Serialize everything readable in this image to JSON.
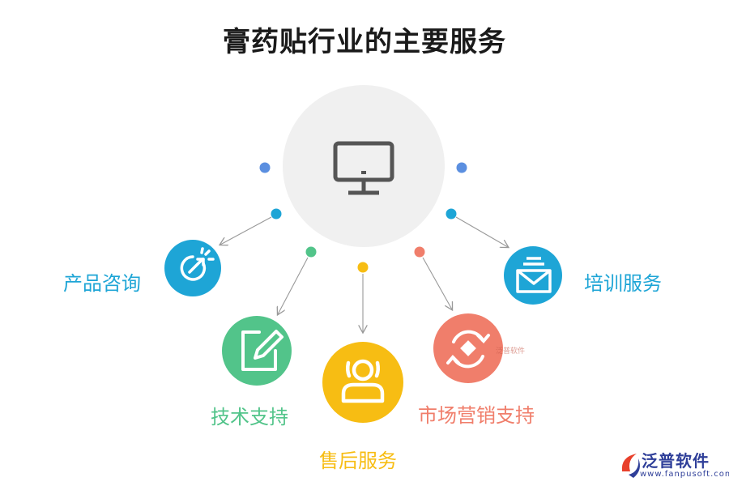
{
  "title": "膏药贴行业的主要服务",
  "center": {
    "icon": "monitor-icon",
    "color": "#f0f0f0"
  },
  "services": [
    {
      "id": "product-consulting",
      "label": "产品咨询",
      "icon": "refresh-arrow-icon",
      "color": "#1ea5d6"
    },
    {
      "id": "technical-support",
      "label": "技术支持",
      "icon": "edit-icon",
      "color": "#52c48a"
    },
    {
      "id": "after-sales",
      "label": "售后服务",
      "icon": "user-icon",
      "color": "#f7bd13"
    },
    {
      "id": "marketing-support",
      "label": "市场营销支持",
      "icon": "sync-icon",
      "color": "#f07e6b"
    },
    {
      "id": "training",
      "label": "培训服务",
      "icon": "mail-icon",
      "color": "#1ea5d6"
    }
  ],
  "dot_colors": {
    "blue_light": "#5b8fe0",
    "cyan": "#1ea5d6",
    "green": "#52c48a",
    "yellow": "#f7bd13",
    "salmon": "#f07e6b"
  },
  "watermark": {
    "brand": "泛普软件",
    "url": "www.fanpusoft.com"
  }
}
